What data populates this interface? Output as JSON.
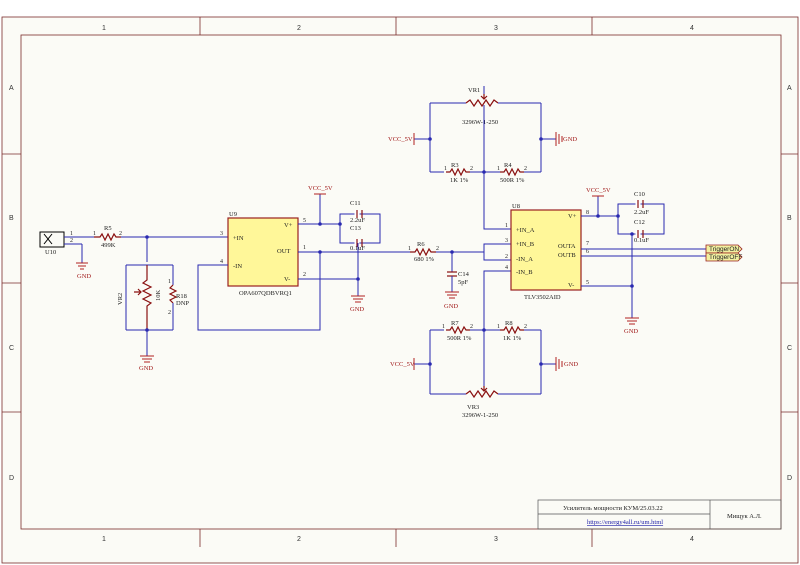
{
  "zones": {
    "columns": [
      "1",
      "2",
      "3",
      "4"
    ],
    "rows": [
      "A",
      "B",
      "C",
      "D"
    ]
  },
  "components": {
    "u9": {
      "ref": "U9",
      "part": "OPA607QDBVRQ1",
      "pins": {
        "in_p": "+IN",
        "in_n": "-IN",
        "out": "OUT",
        "vp": "V+",
        "vn": "V-"
      },
      "pin_numbers": {
        "in_p": "3",
        "in_n": "4",
        "out": "1",
        "vp": "5",
        "vn": "2"
      }
    },
    "u8": {
      "ref": "U8",
      "part": "TLV3502AID",
      "pins": {
        "in_a_p": "+IN_A",
        "in_b_p": "+IN_B",
        "in_a_n": "-IN_A",
        "in_b_n": "-IN_B",
        "out_a": "OUTA",
        "out_b": "OUTB",
        "vp": "V+",
        "vn": "V-"
      },
      "pin_numbers": {
        "in_a_p": "1",
        "in_b_p": "3",
        "in_a_n": "2",
        "in_b_n": "4",
        "out_a": "7",
        "out_b": "6",
        "vp": "8",
        "vn": "5"
      }
    },
    "u10": {
      "ref": "U10"
    },
    "r5": {
      "ref": "R5",
      "value": "499K",
      "pins": [
        "1",
        "2"
      ]
    },
    "r6": {
      "ref": "R6",
      "value": "680 1%",
      "pins": [
        "1",
        "2"
      ]
    },
    "r3": {
      "ref": "R3",
      "value": "1K 1%",
      "pins": [
        "1",
        "2"
      ]
    },
    "r4": {
      "ref": "R4",
      "value": "500R 1%",
      "pins": [
        "1",
        "2"
      ]
    },
    "r7": {
      "ref": "R7",
      "value": "500R 1%",
      "pins": [
        "1",
        "2"
      ]
    },
    "r8": {
      "ref": "R8",
      "value": "1K 1%",
      "pins": [
        "1",
        "2"
      ]
    },
    "r18": {
      "ref": "R18",
      "value": "DNP",
      "pins": [
        "1",
        "2"
      ]
    },
    "vr1": {
      "ref": "VR1",
      "value": "3296W-1-250"
    },
    "vr2": {
      "ref": "VR2",
      "value": "10K"
    },
    "vr3": {
      "ref": "VR3",
      "value": "3296W-1-250"
    },
    "c10": {
      "ref": "C10",
      "value": "2.2uF"
    },
    "c11": {
      "ref": "C11",
      "value": "2.2uF"
    },
    "c12": {
      "ref": "C12",
      "value": "0.1uF"
    },
    "c13": {
      "ref": "C13",
      "value": "0.1uF"
    },
    "c14": {
      "ref": "C14",
      "value": "5pF"
    }
  },
  "connector_pins": [
    "1",
    "2"
  ],
  "nets": {
    "vcc": "VCC_5V",
    "gnd": "GND",
    "gnd_side": "GND",
    "trigger_on": "TriggerON",
    "trigger_off": "TriggerOFF"
  },
  "title_block": {
    "title": "Усилитель мощности КУМ/25.03.22",
    "url": "https://energy4all.ru/um.html",
    "author": "Мищук А.Л."
  }
}
